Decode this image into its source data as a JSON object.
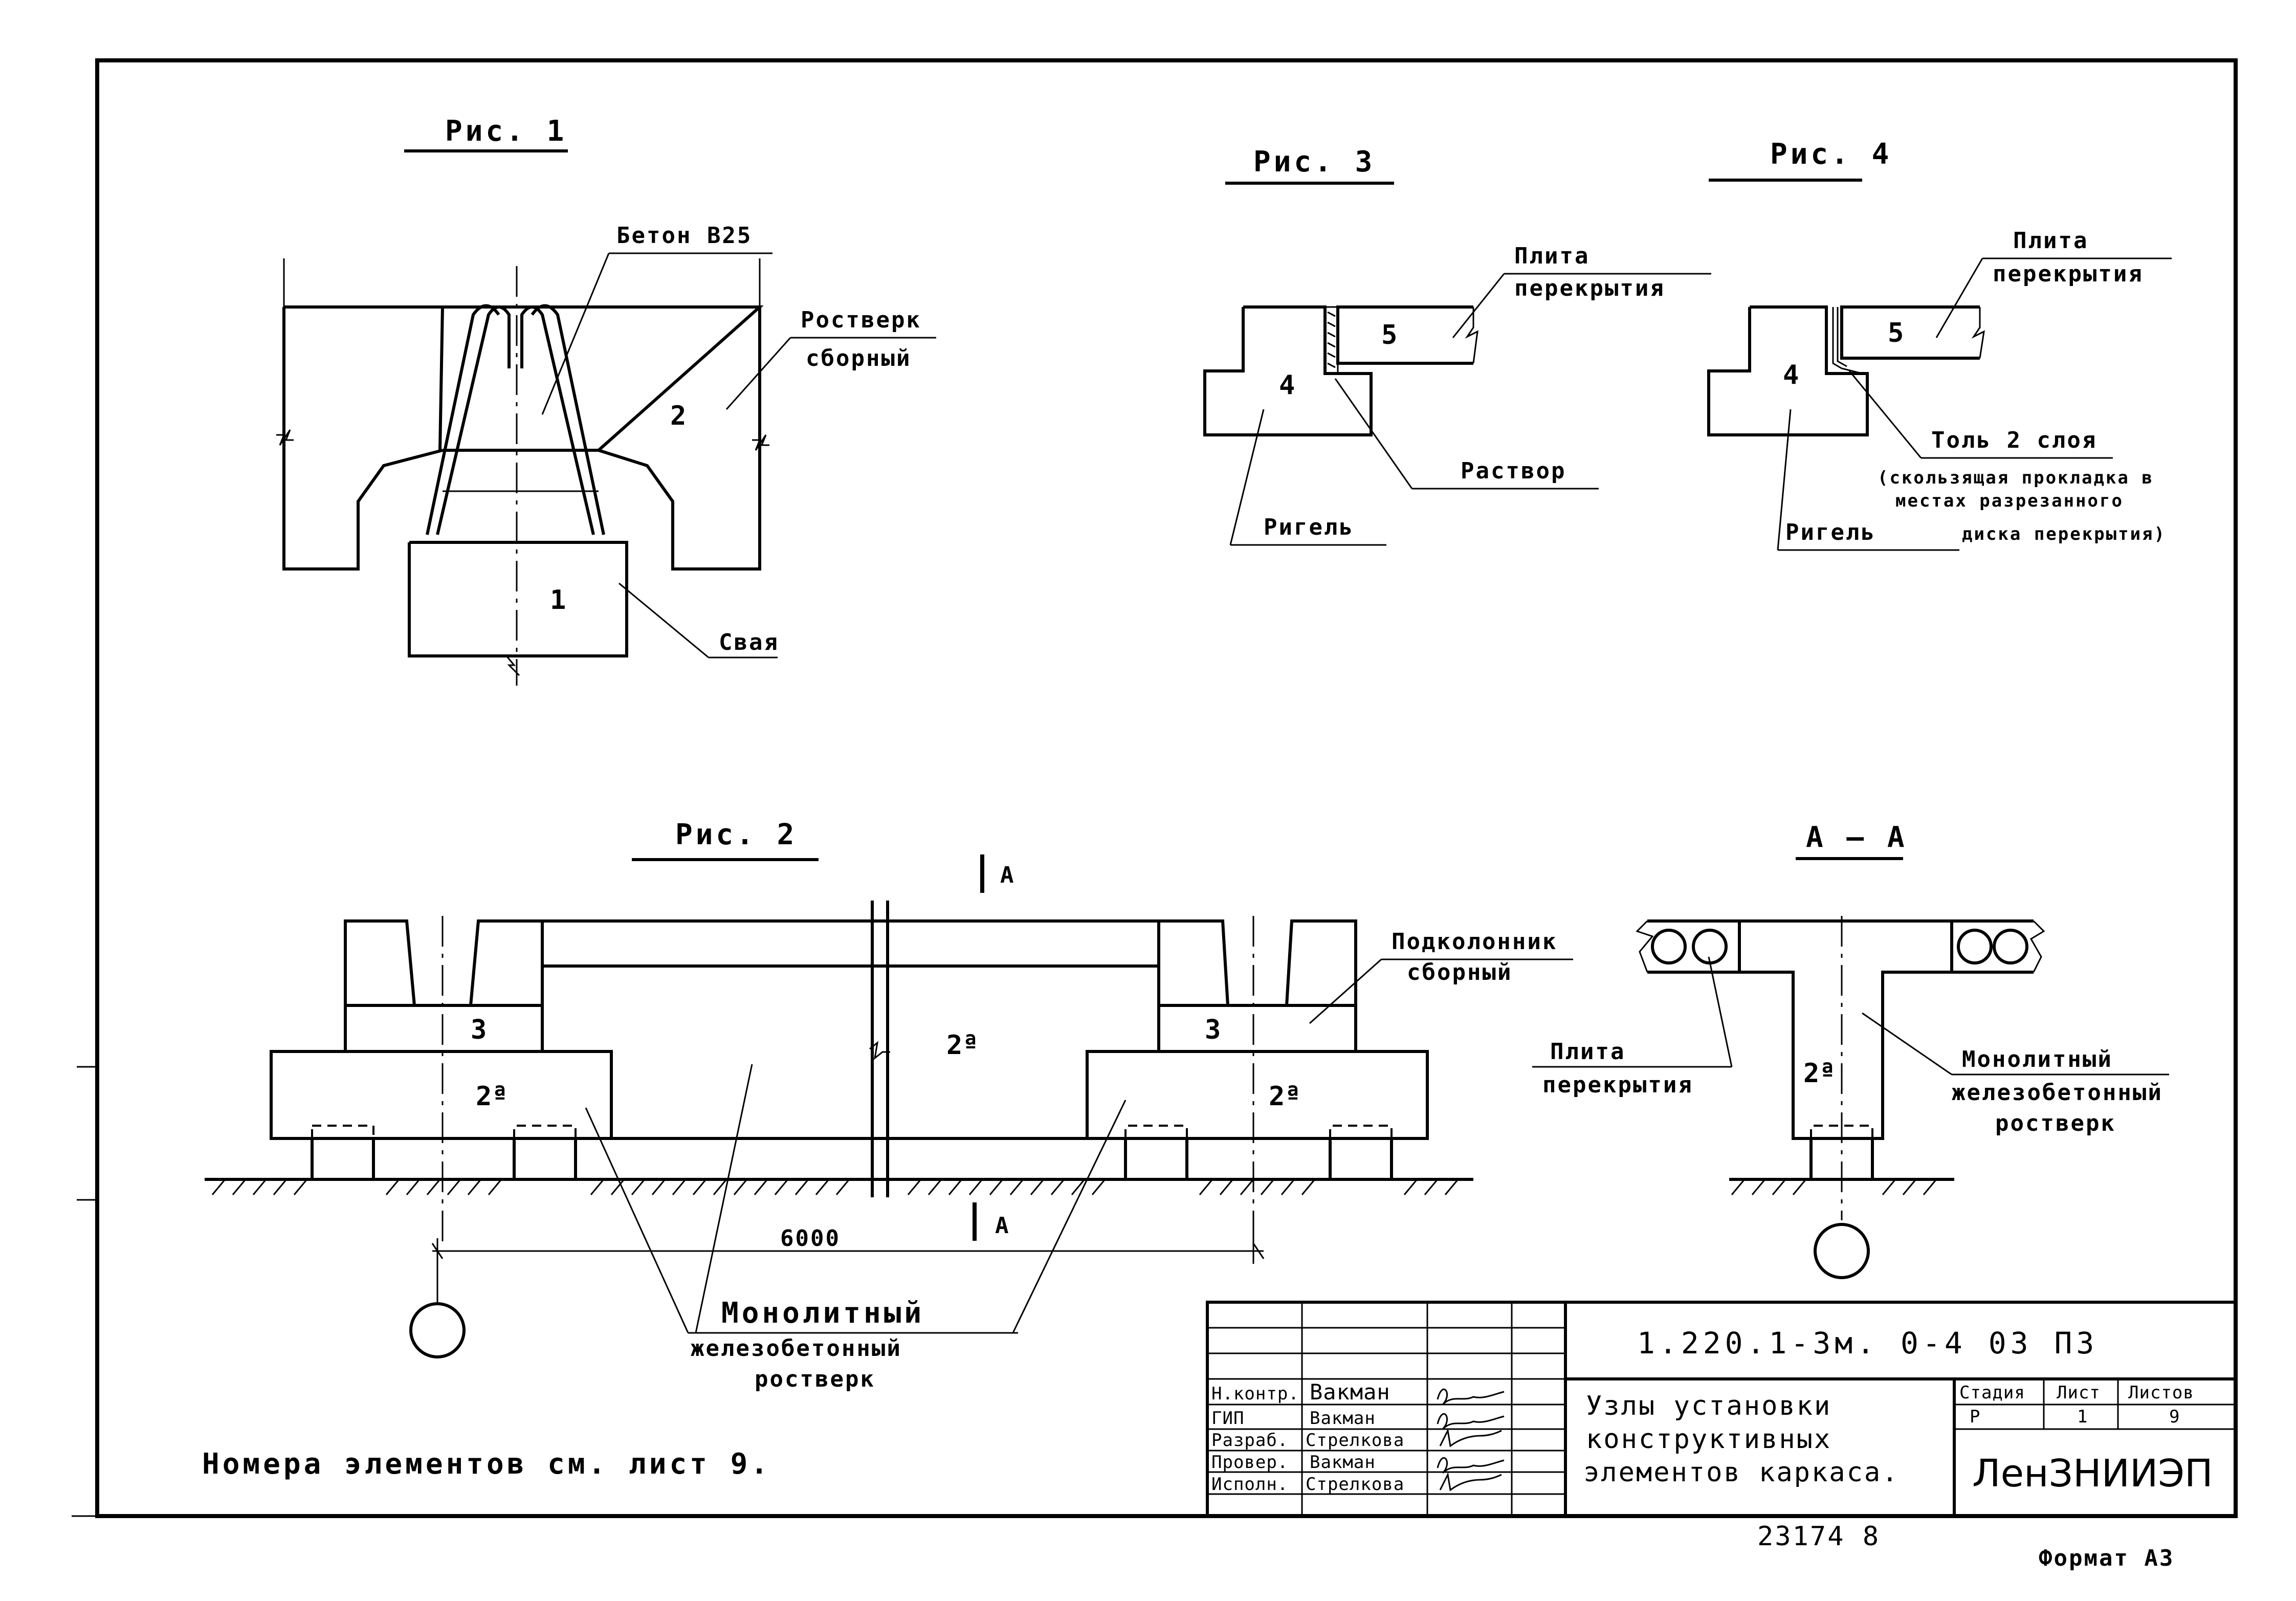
{
  "figures": {
    "fig1": {
      "title": "Рис. 1",
      "concrete": "Бетон В25",
      "grillage": "Ростверк",
      "grillage2": "сборный",
      "pile": "Свая",
      "n1": "1",
      "n2": "2"
    },
    "fig2": {
      "title": "Рис. 2",
      "section_a": "А",
      "section_a2": "А",
      "subcolumn": "Подколонник",
      "subcolumn2": "сборный",
      "mono1": "Монолитный",
      "mono2": "железобетонный",
      "mono3": "ростверк",
      "dim": "6000",
      "n3a": "3",
      "n3b": "3",
      "n2a_left": "2ª",
      "n2a_mid": "2ª",
      "n2a_right": "2ª"
    },
    "fig3": {
      "title": "Рис. 3",
      "slab": "Плита",
      "slab2": "перекрытия",
      "mortar": "Раствор",
      "beam": "Ригель",
      "n4": "4",
      "n5": "5"
    },
    "fig4": {
      "title": "Рис. 4",
      "slab": "Плита",
      "slab2": "перекрытия",
      "roofing": "Толь 2 слоя",
      "note1": "(скользящая прокладка в",
      "note2": "местах разрезанного",
      "note3": "диска перекрытия)",
      "beam": "Ригель",
      "n4": "4",
      "n5": "5"
    },
    "sectionAA": {
      "title": "А — А",
      "slab": "Плита",
      "slab2": "перекрытия",
      "mono1": "Монолитный",
      "mono2": "железобетонный",
      "mono3": "ростверк",
      "n2a": "2ª"
    }
  },
  "note": "Номера элементов см. лист 9.",
  "stamp": {
    "code": "1.220.1-3м. 0-4  03 ПЗ",
    "title1": "Узлы установки",
    "title2": "конструктивных",
    "title3": "элементов каркаса.",
    "roles": [
      "Н.контр.",
      "ГИП",
      "Разраб.",
      "Провер.",
      "Исполн."
    ],
    "names": [
      "Вакман",
      "Вакман",
      "Стрелкова",
      "Вакман",
      "Стрелкова"
    ],
    "stage_label": "Стадия",
    "sheet_label": "Лист",
    "sheets_label": "Листов",
    "stage": "Р",
    "sheet": "1",
    "sheets": "9",
    "org": "ЛенЗНИИЭП"
  },
  "footer": {
    "inventory": "23174  8",
    "format": "Формат А3"
  }
}
